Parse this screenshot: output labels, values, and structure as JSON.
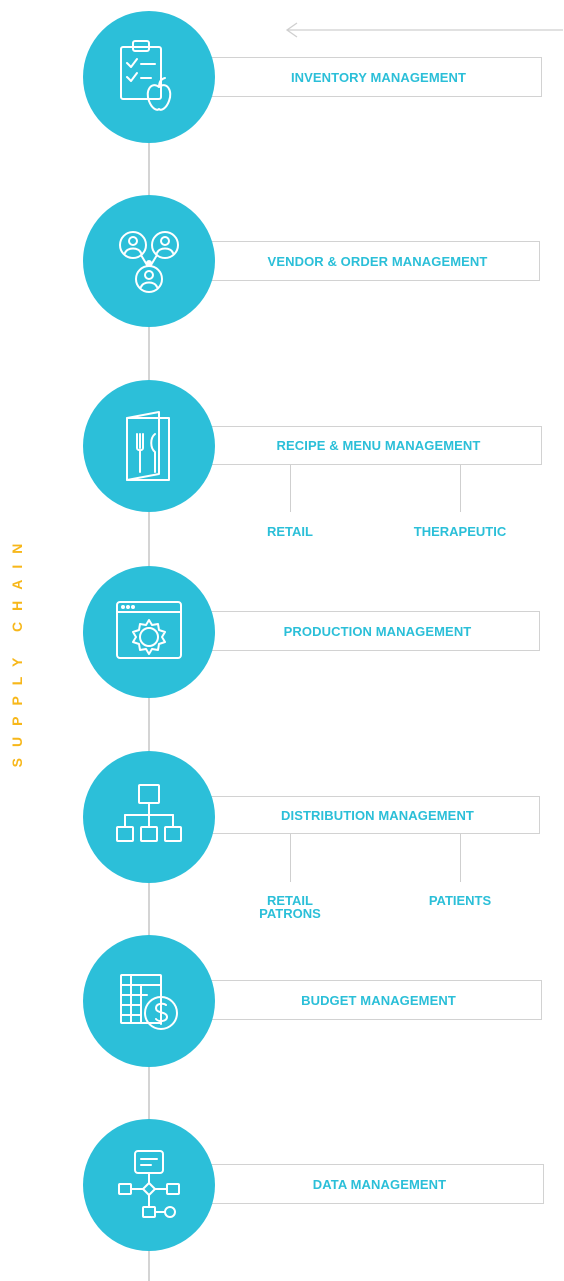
{
  "side_label": "SUPPLY CHAIN",
  "colors": {
    "accent": "#2cbfd9",
    "side_label": "#f7b71a",
    "line": "#d4d4d4"
  },
  "steps": [
    {
      "label": "INVENTORY MANAGEMENT",
      "icon": "clipboard-apple-icon"
    },
    {
      "label": "VENDOR & ORDER MANAGEMENT",
      "icon": "people-network-icon"
    },
    {
      "label": "RECIPE & MENU MANAGEMENT",
      "icon": "menu-fork-knife-icon",
      "branches": [
        "RETAIL",
        "THERAPEUTIC"
      ]
    },
    {
      "label": "PRODUCTION MANAGEMENT",
      "icon": "browser-gear-icon"
    },
    {
      "label": "DISTRIBUTION MANAGEMENT",
      "icon": "org-chart-icon",
      "branches": [
        "RETAIL PATRONS",
        "PATIENTS"
      ]
    },
    {
      "label": "BUDGET MANAGEMENT",
      "icon": "spreadsheet-dollar-icon"
    },
    {
      "label": "DATA MANAGEMENT",
      "icon": "data-flow-icon"
    }
  ]
}
